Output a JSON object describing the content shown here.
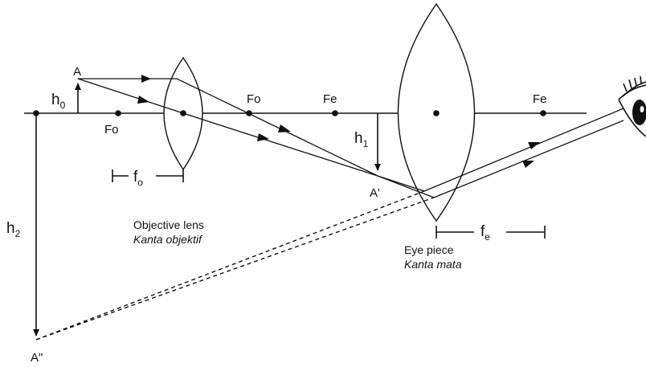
{
  "labels": {
    "object_point": "A",
    "image_point": "A'",
    "final_image_point": "A\"",
    "h0": "h",
    "h0_sub": "0",
    "h1": "h",
    "h1_sub": "1",
    "h2": "h",
    "h2_sub": "2",
    "fo_left": "Fo",
    "fo_right": "Fo",
    "fe_left": "Fe",
    "fe_right": "Fe",
    "focal_objective": "f",
    "focal_objective_sub": "o",
    "focal_eyepiece": "f",
    "focal_eyepiece_sub": "e"
  },
  "captions": {
    "objective_en": "Objective lens",
    "objective_id": "Kanta objektif",
    "eyepiece_en": "Eye piece",
    "eyepiece_id": "Kanta mata"
  }
}
